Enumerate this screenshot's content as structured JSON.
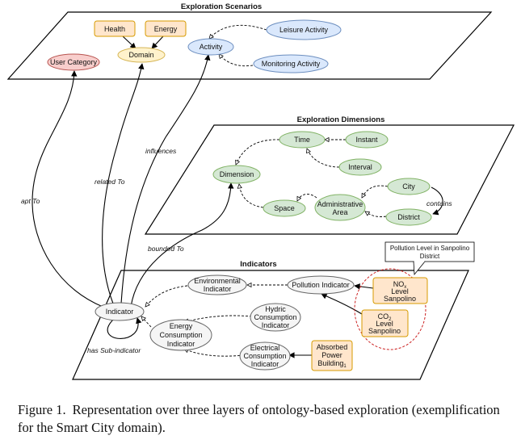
{
  "layers": {
    "scenarios_title": "Exploration Scenarios",
    "dimensions_title": "Exploration Dimensions",
    "indicators_title": "Indicators"
  },
  "nodes": {
    "health": "Health",
    "energy": "Energy",
    "domain": "Domain",
    "user_category": "User Category",
    "activity": "Activity",
    "leisure_activity": "Leisure Activity",
    "monitoring_activity": "Monitoring Activity",
    "time": "Time",
    "instant": "Instant",
    "interval": "Interval",
    "dimension": "Dimension",
    "space": "Space",
    "administrative_area": [
      "Administrative",
      "Area"
    ],
    "city": "City",
    "district": "District",
    "environmental_indicator": [
      "Environmental",
      "Indicator"
    ],
    "pollution_indicator": "Pollution Indicator",
    "indicator": "Indicator",
    "hydric_consumption_indicator": [
      "Hydric",
      "Consumption",
      "Indicator"
    ],
    "energy_consumption_indicator": [
      "Energy",
      "Consumption",
      "Indicator"
    ],
    "electrical_consumption_indicator": [
      "Electrical",
      "Consumption",
      "Indicator"
    ],
    "nox_level": {
      "base": "NO",
      "sub": "x",
      "line2": "Level",
      "line3": "Sanpolino"
    },
    "co2_level": {
      "base": "CO",
      "sub": "2",
      "line2": "Level",
      "line3": "Sanpolino"
    },
    "absorbed_power": {
      "line1": "Absorbed",
      "line2": "Power",
      "base": "Building",
      "sub": "1"
    }
  },
  "edge_labels": {
    "apt_to": "apt To",
    "related_to": "related To",
    "influences": "influences",
    "bounded_to": "bounded To",
    "contains": "contains",
    "has_sub_indicator": "has Sub-indicator"
  },
  "callout": [
    "Pollution Level in Sanpolino",
    "District"
  ],
  "caption": {
    "number": "Figure 1.",
    "text": "Representation over three layers of ontology-based exploration (exemplification for the Smart City domain)."
  },
  "colors": {
    "orange_fill": "#ffe6cc",
    "orange_stroke": "#d79b00",
    "yellow_fill": "#fff2cc",
    "yellow_stroke": "#d6b656",
    "red_fill": "#f8cecc",
    "red_stroke": "#b85450",
    "blue_fill": "#dae8fc",
    "blue_stroke": "#6c8ebf",
    "green_fill": "#d5e8d4",
    "green_stroke": "#82b366",
    "gray_fill": "#f5f5f5",
    "gray_stroke": "#666666",
    "cluster_stroke": "#cc2222"
  }
}
